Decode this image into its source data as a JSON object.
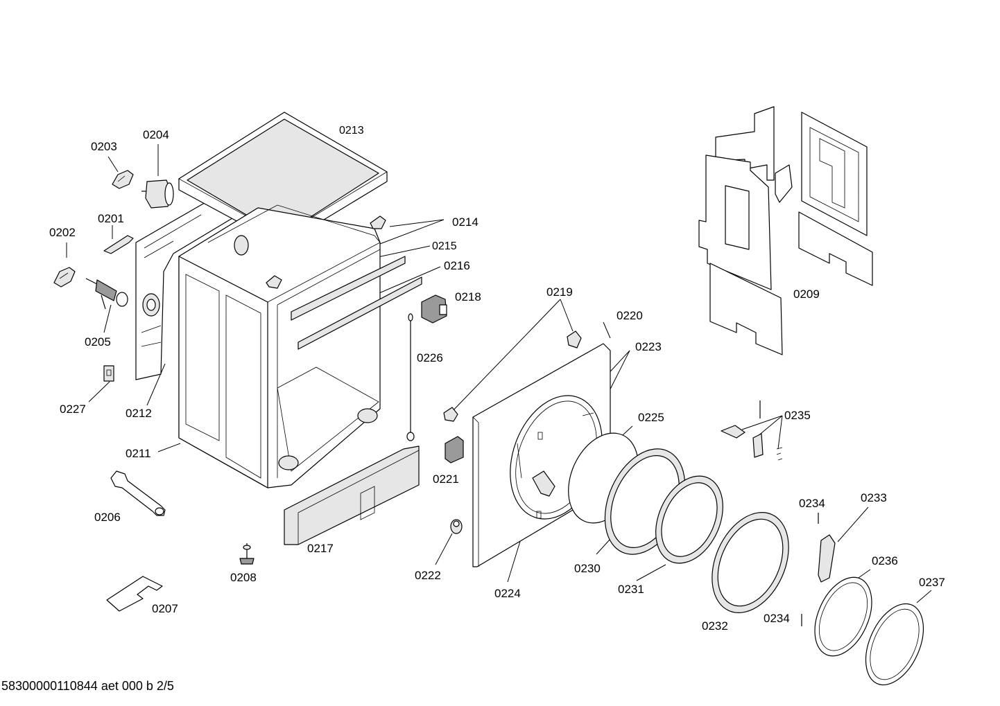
{
  "callouts": [
    {
      "id": "p0201",
      "text": "0201"
    },
    {
      "id": "p0202",
      "text": "0202"
    },
    {
      "id": "p0203",
      "text": "0203"
    },
    {
      "id": "p0204",
      "text": "0204"
    },
    {
      "id": "p0205",
      "text": "0205"
    },
    {
      "id": "p0206",
      "text": "0206"
    },
    {
      "id": "p0207",
      "text": "0207"
    },
    {
      "id": "p0208",
      "text": "0208"
    },
    {
      "id": "p0209",
      "text": "0209"
    },
    {
      "id": "p0211",
      "text": "0211"
    },
    {
      "id": "p0212",
      "text": "0212"
    },
    {
      "id": "p0213",
      "text": "0213"
    },
    {
      "id": "p0214",
      "text": "0214"
    },
    {
      "id": "p0215",
      "text": "0215"
    },
    {
      "id": "p0216",
      "text": "0216"
    },
    {
      "id": "p0217",
      "text": "0217"
    },
    {
      "id": "p0218",
      "text": "0218"
    },
    {
      "id": "p0219",
      "text": "0219"
    },
    {
      "id": "p0220",
      "text": "0220"
    },
    {
      "id": "p0221",
      "text": "0221"
    },
    {
      "id": "p0222",
      "text": "0222"
    },
    {
      "id": "p0223",
      "text": "0223"
    },
    {
      "id": "p0224",
      "text": "0224"
    },
    {
      "id": "p0225",
      "text": "0225"
    },
    {
      "id": "p0226",
      "text": "0226"
    },
    {
      "id": "p0227",
      "text": "0227"
    },
    {
      "id": "p0230",
      "text": "0230"
    },
    {
      "id": "p0231",
      "text": "0231"
    },
    {
      "id": "p0232",
      "text": "0232"
    },
    {
      "id": "p0233",
      "text": "0233"
    },
    {
      "id": "p0234a",
      "text": "0234"
    },
    {
      "id": "p0234b",
      "text": "0234"
    },
    {
      "id": "p0235",
      "text": "0235"
    },
    {
      "id": "p0236",
      "text": "0236"
    },
    {
      "id": "p0237",
      "text": "0237"
    }
  ],
  "footer": {
    "text": "58300000110844 aet 000 b 2/5"
  }
}
